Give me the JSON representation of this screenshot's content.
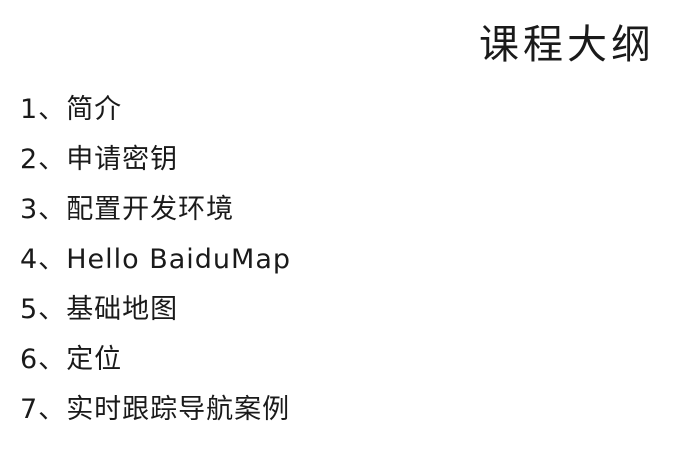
{
  "slide": {
    "title": "课程大纲",
    "outline": [
      {
        "number": "1、",
        "text": "简介"
      },
      {
        "number": "2、",
        "text": "申请密钥"
      },
      {
        "number": "3、",
        "text": "配置开发环境"
      },
      {
        "number": "4、",
        "text": "Hello BaiduMap"
      },
      {
        "number": "5、",
        "text": "基础地图"
      },
      {
        "number": "6、",
        "text": "定位"
      },
      {
        "number": "7、",
        "text": "实时跟踪导航案例"
      }
    ]
  }
}
